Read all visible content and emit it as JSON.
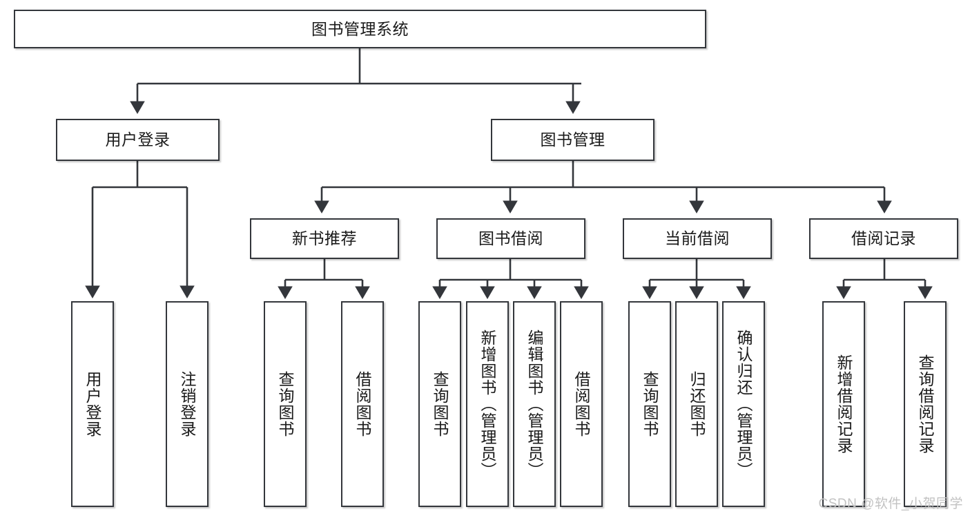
{
  "diagram": {
    "title_node": {
      "id": "root",
      "label": "图书管理系统"
    },
    "level1": [
      {
        "id": "user-login",
        "label": "用户登录"
      },
      {
        "id": "book-manage",
        "label": "图书管理"
      }
    ],
    "level2": [
      {
        "id": "new-book-rec",
        "label": "新书推荐"
      },
      {
        "id": "book-borrow",
        "label": "图书借阅"
      },
      {
        "id": "current-borrow",
        "label": "当前借阅"
      },
      {
        "id": "borrow-record",
        "label": "借阅记录"
      }
    ],
    "leaves": [
      {
        "id": "leaf-user-login",
        "label": "用户登录"
      },
      {
        "id": "leaf-logout-login",
        "label": "注销登录"
      },
      {
        "id": "leaf-query-book-1",
        "label": "查询图书"
      },
      {
        "id": "leaf-borrow-book-1",
        "label": "借阅图书"
      },
      {
        "id": "leaf-query-book-2",
        "label": "查询图书"
      },
      {
        "id": "leaf-add-book-admin",
        "label": "新增图书（管理员）"
      },
      {
        "id": "leaf-edit-book-admin",
        "label": "编辑图书（管理员）"
      },
      {
        "id": "leaf-borrow-book-2",
        "label": "借阅图书"
      },
      {
        "id": "leaf-query-book-3",
        "label": "查询图书"
      },
      {
        "id": "leaf-return-book",
        "label": "归还图书"
      },
      {
        "id": "leaf-confirm-return-admin",
        "label": "确认归还（管理员）"
      },
      {
        "id": "leaf-add-borrow-record",
        "label": "新增借阅记录"
      },
      {
        "id": "leaf-query-borrow-record",
        "label": "查询借阅记录"
      }
    ],
    "colors": {
      "box_border": "#33363b",
      "box_fill": "#ffffff",
      "edge": "#33363b",
      "text": "#1a1a1a",
      "watermark": "#c2c2c2",
      "background": "#ffffff"
    }
  },
  "watermark": {
    "text": "CSDN @软件_小贺同学"
  }
}
